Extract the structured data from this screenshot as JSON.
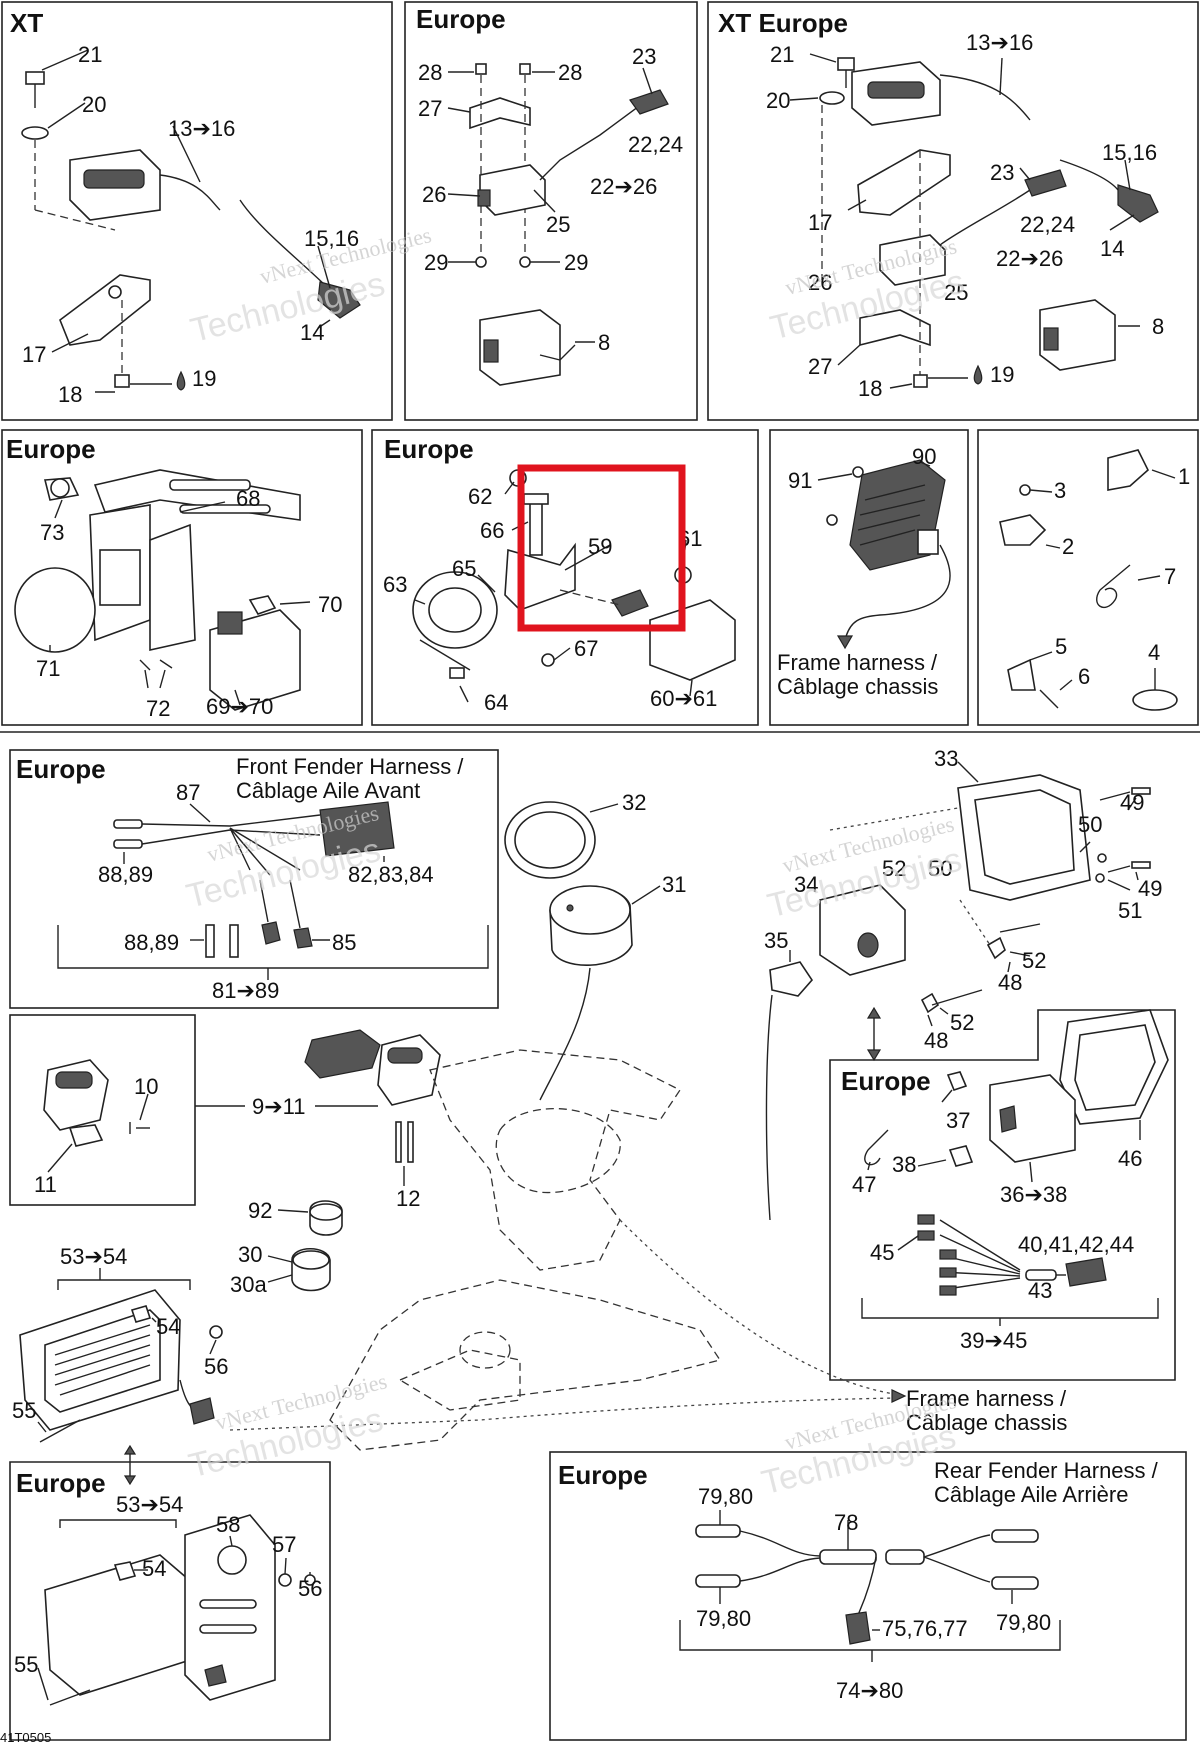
{
  "diagram": {
    "panels": {
      "xt": {
        "title": "XT"
      },
      "europe_top": {
        "title": "Europe"
      },
      "xt_europe": {
        "title": "XT Europe"
      },
      "europe_lights": {
        "title": "Europe"
      },
      "europe_horn": {
        "title": "Europe"
      },
      "europe_front_fender": {
        "title": "Europe",
        "caption_line1": "Front Fender Harness /",
        "caption_line2": "Câblage Aile Avant"
      },
      "europe_headlight": {
        "title": "Europe"
      },
      "europe_tail": {
        "title": "Europe"
      },
      "europe_rear_fender": {
        "title": "Europe",
        "caption_line1": "Rear Fender Harness /",
        "caption_line2": "Câblage Aile Arrière"
      }
    },
    "harness_note_line1": "Frame harness /",
    "harness_note_line2": "Câblage chassis",
    "harness_note_b_line1": "Frame harness /",
    "harness_note_b_line2": "Câblage chassis",
    "watermark_line1": "vNext Technologies",
    "watermark_line2": "Technologies",
    "figure_code": "41T0505",
    "highlight_color": "#e0141e",
    "callouts": {
      "c1": "21",
      "c2": "20",
      "c3": "13➔16",
      "c4": "15,16",
      "c5": "14",
      "c6": "17",
      "c7": "18",
      "c8": "19",
      "c9": "28",
      "c10": "28",
      "c11": "27",
      "c12": "23",
      "c13": "22,24",
      "c14": "26",
      "c15": "22➔26",
      "c16": "25",
      "c17": "29",
      "c18": "29",
      "c19": "8",
      "c20": "21",
      "c21": "20",
      "c22": "13➔16",
      "c23": "15,16",
      "c24": "23",
      "c25": "17",
      "c26": "22,24",
      "c27": "14",
      "c28": "26",
      "c29": "22➔26",
      "c30": "25",
      "c31": "8",
      "c32": "27",
      "c33": "18",
      "c34": "19",
      "c35": "68",
      "c36": "73",
      "c37": "70",
      "c38": "71",
      "c39": "72",
      "c40": "69➔70",
      "c41": "62",
      "c42": "66",
      "c43": "59",
      "c44": "61",
      "c45": "63",
      "c46": "65",
      "c47": "67",
      "c48": "64",
      "c49": "60➔61",
      "c50": "90",
      "c51": "91",
      "c52": "1",
      "c53": "3",
      "c54": "2",
      "c55": "7",
      "c56": "5",
      "c57": "6",
      "c58": "4",
      "c59": "87",
      "c60": "88,89",
      "c61": "82,83,84",
      "c62": "88,89",
      "c63": "85",
      "c64": "81➔89",
      "c65": "32",
      "c66": "31",
      "c67": "33",
      "c68": "49",
      "c69": "50",
      "c70": "52",
      "c71": "50",
      "c72": "49",
      "c73": "51",
      "c74": "34",
      "c75": "52",
      "c76": "48",
      "c77": "35",
      "c78": "52",
      "c79": "48",
      "c80": "10",
      "c81": "9➔11",
      "c82": "11",
      "c83": "12",
      "c84": "92",
      "c85": "30",
      "c86": "30a",
      "c87": "53➔54",
      "c88": "54",
      "c89": "56",
      "c90": "55",
      "c91": "37",
      "c92": "46",
      "c93": "47",
      "c94": "38",
      "c95": "36➔38",
      "c96": "45",
      "c97": "40,41,42,44",
      "c98": "43",
      "c99": "39➔45",
      "c100": "53➔54",
      "c101": "58",
      "c102": "57",
      "c103": "54",
      "c104": "56",
      "c105": "55",
      "c106": "79,80",
      "c107": "78",
      "c108": "79,80",
      "c109": "75,76,77",
      "c110": "79,80",
      "c111": "74➔80"
    }
  }
}
